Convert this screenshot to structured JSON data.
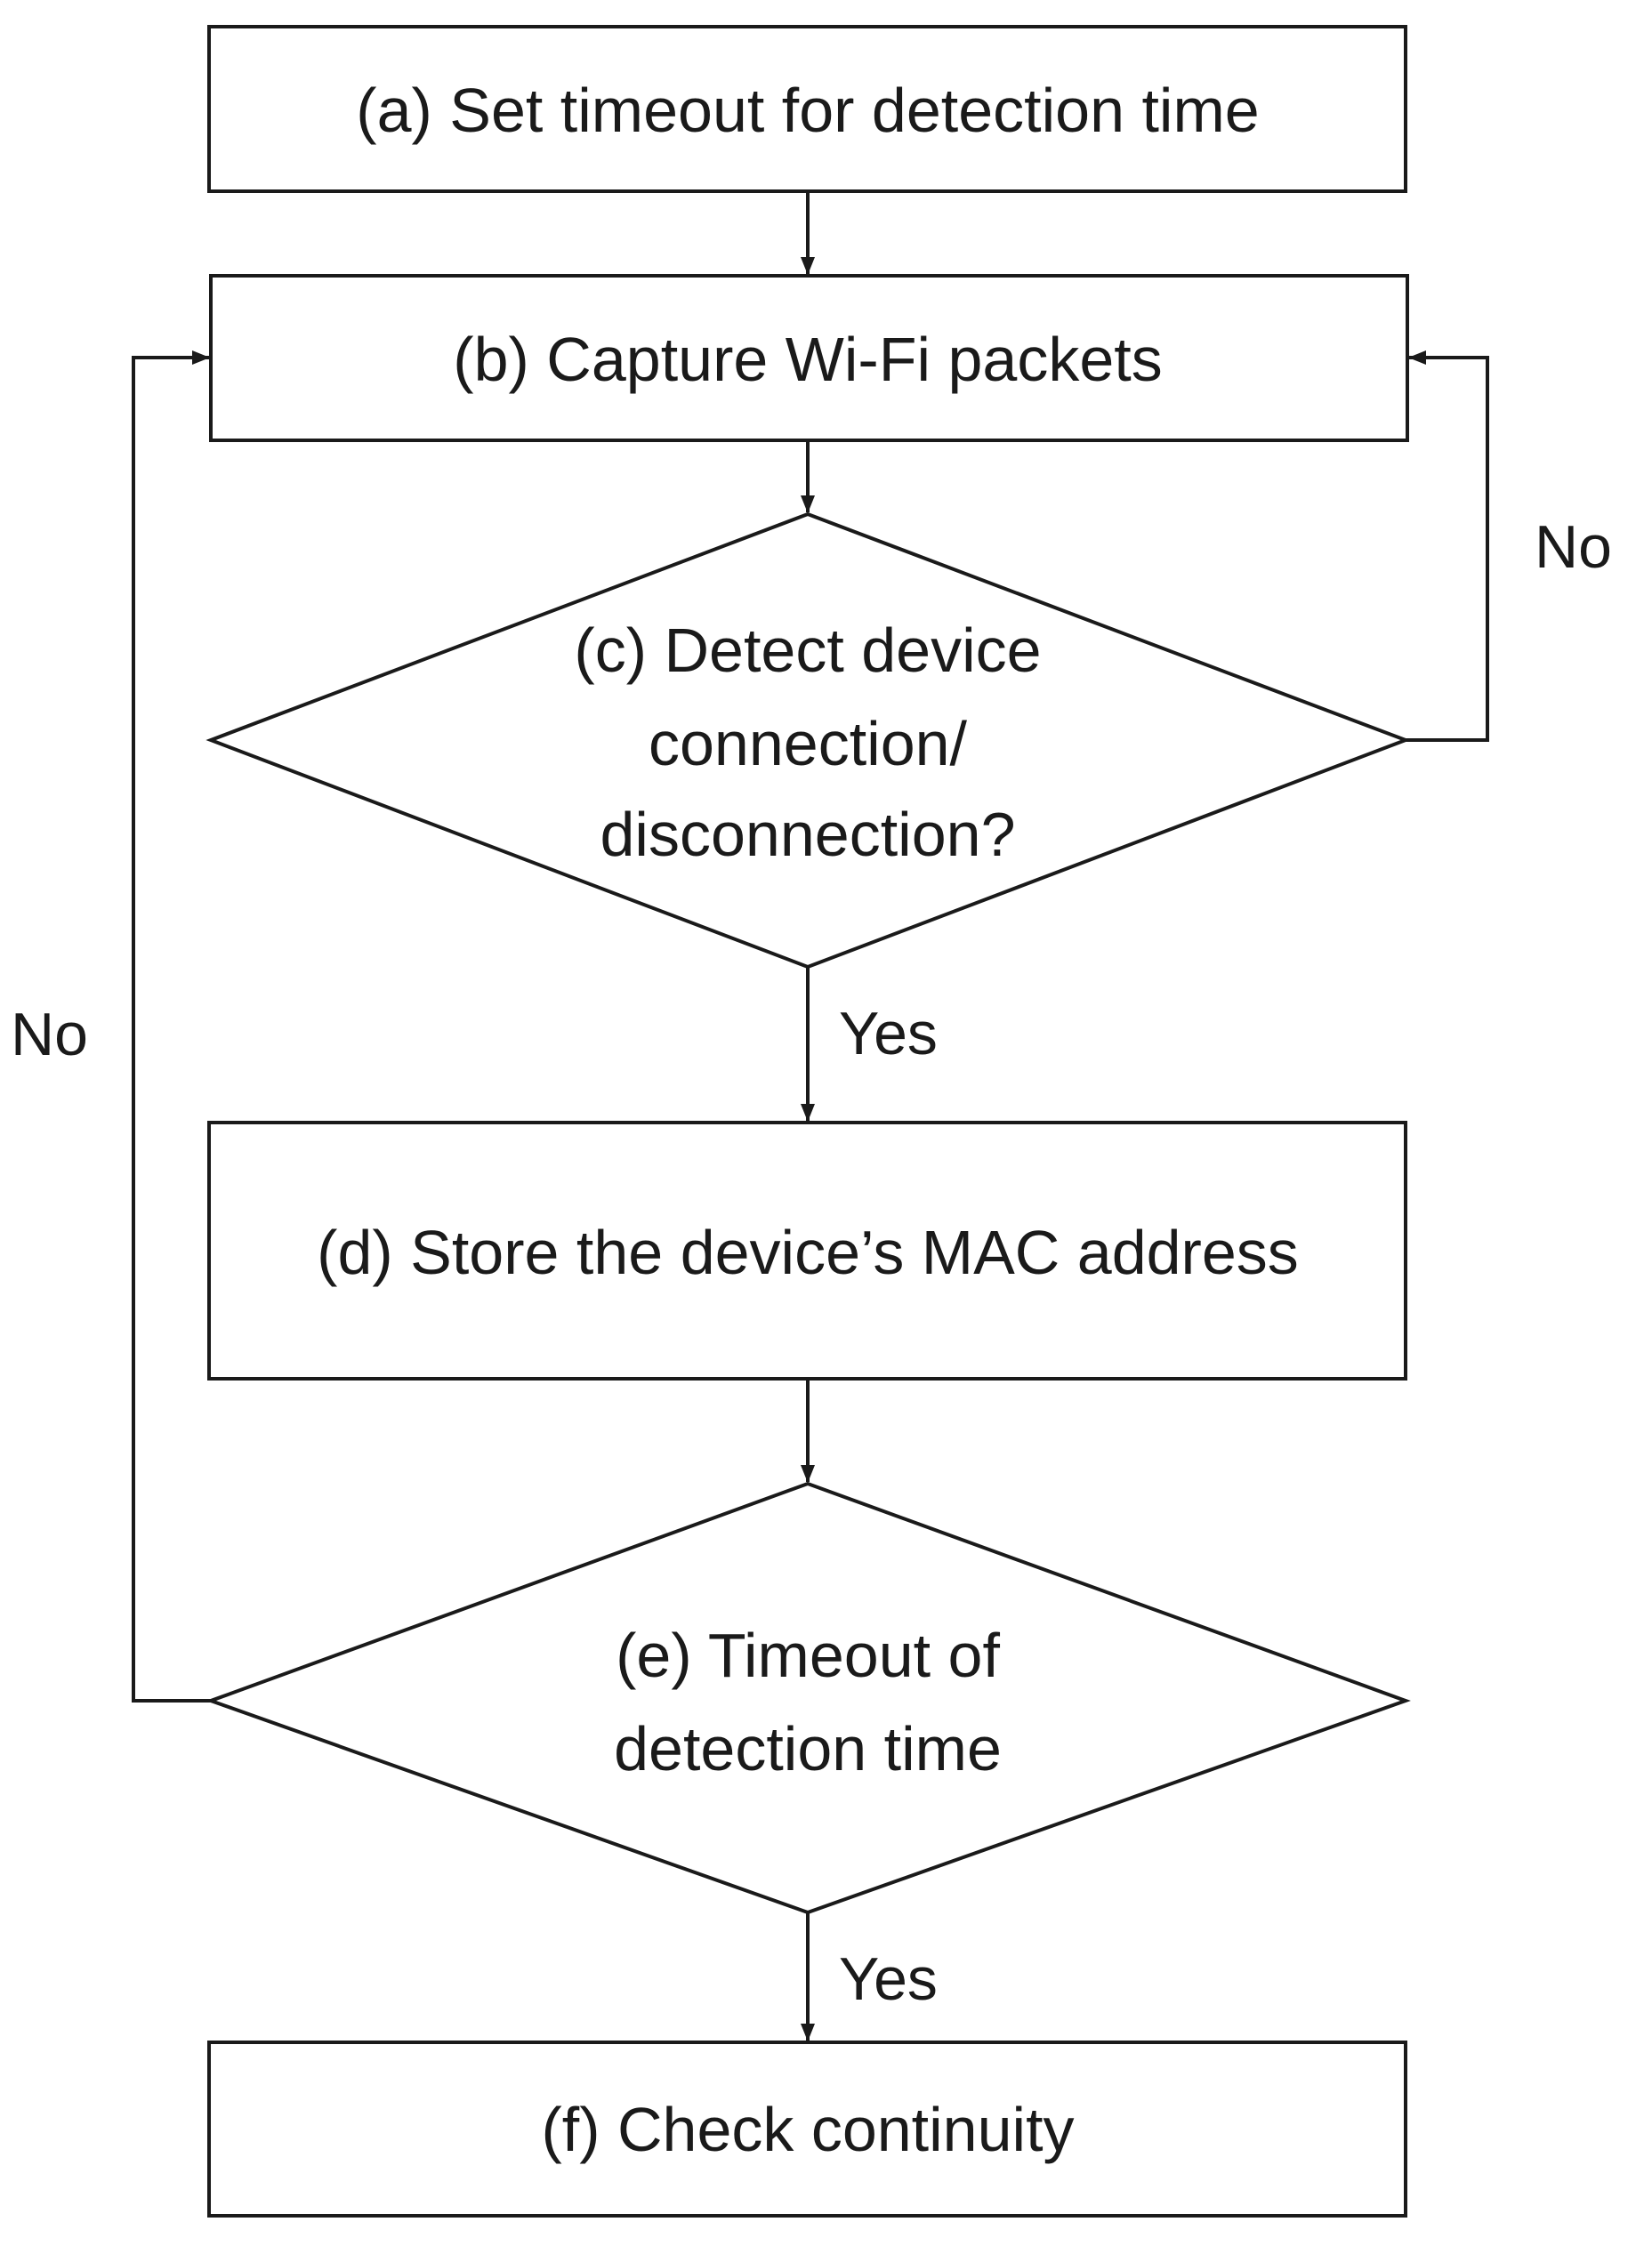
{
  "diagram": {
    "nodes": {
      "a": {
        "type": "process",
        "lines": [
          "(a) Set timeout for detection time"
        ]
      },
      "b": {
        "type": "process",
        "lines": [
          "(b) Capture Wi-Fi packets"
        ]
      },
      "c": {
        "type": "decision",
        "lines": [
          "(c) Detect device",
          "connection/",
          "disconnection?"
        ]
      },
      "d": {
        "type": "process",
        "lines": [
          "(d) Store the device’s MAC address"
        ]
      },
      "e": {
        "type": "decision",
        "lines": [
          "(e) Timeout of",
          "detection time"
        ]
      },
      "f": {
        "type": "process",
        "lines": [
          "(f) Check continuity"
        ]
      }
    },
    "edges": {
      "c_no": {
        "from": "c",
        "to": "b",
        "label": "No"
      },
      "c_yes": {
        "from": "c",
        "to": "d",
        "label": "Yes"
      },
      "e_no": {
        "from": "e",
        "to": "b",
        "label": "No"
      },
      "e_yes": {
        "from": "e",
        "to": "f",
        "label": "Yes"
      }
    },
    "colors": {
      "stroke": "#1a1a1a",
      "fill": "#ffffff",
      "text": "#1a1a1a"
    }
  }
}
